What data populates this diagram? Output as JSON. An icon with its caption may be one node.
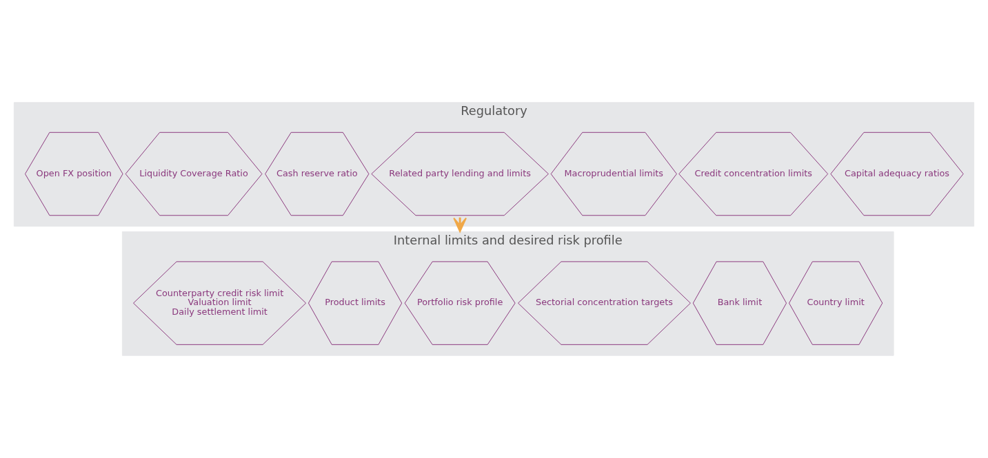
{
  "diagram": {
    "nodes": [
      {
        "text": [
          "Regulatory"
        ]
      },
      {
        "text": [
          "Capital adequacy ratios"
        ],
        "in": 0
      },
      {
        "text": [
          "Credit concentration limits"
        ],
        "in": 0
      },
      {
        "text": [
          "Macroprudential limits"
        ],
        "in": 0
      },
      {
        "text": [
          "Related party lending and limits"
        ],
        "in": 0
      },
      {
        "text": [
          "Cash reserve ratio"
        ],
        "in": 0
      },
      {
        "text": [
          "Liquidity Coverage Ratio"
        ],
        "in": 0
      },
      {
        "text": [
          "Open FX position"
        ],
        "in": 0
      },
      {
        "text": [
          "Internal limits and desired risk profile"
        ]
      },
      {
        "text": [
          "Country limit"
        ],
        "in": 8
      },
      {
        "text": [
          "Bank limit"
        ],
        "in": 8
      },
      {
        "text": [
          "Sectorial concentration targets"
        ],
        "in": 8
      },
      {
        "text": [
          "Portfolio risk profile"
        ],
        "in": 8
      },
      {
        "text": [
          "Product limits"
        ],
        "in": 8
      },
      {
        "text": [
          "Counterparty credit risk limit",
          "Valuation limit",
          "Daily settlement limit"
        ],
        "in": 8
      }
    ],
    "edges": [
      {
        "from": 0,
        "to": 8,
        "arrow": "to",
        "color": "#f0a848"
      }
    ]
  }
}
